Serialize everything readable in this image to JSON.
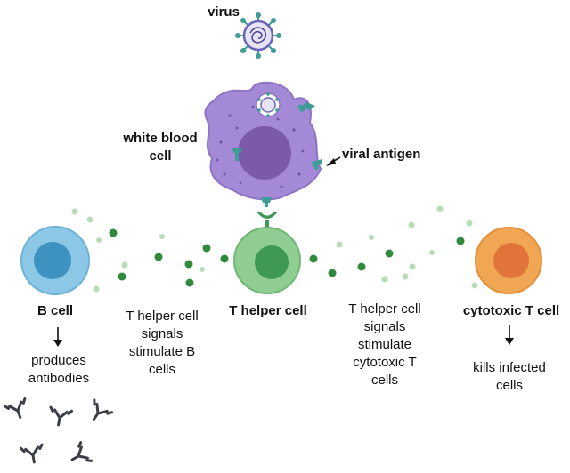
{
  "labels": {
    "virus": "virus",
    "white_blood_cell": "white blood\ncell",
    "viral_antigen": "viral antigen",
    "b_cell": "B cell",
    "t_helper_cell": "T helper cell",
    "cytotoxic_t_cell": "cytotoxic T cell",
    "produces_antibodies": "produces\nantibodies",
    "signals_b": "T helper cell\nsignals\nstimulate B\ncells",
    "signals_cytotoxic": "T helper cell\nsignals\nstimulate\ncytotoxic T\ncells",
    "kills_infected": "kills infected\ncells"
  },
  "colors": {
    "virus_teal": "#3f9c97",
    "virus_purple": "#6a64b8",
    "wbc_body": "#a48ad6",
    "wbc_nucleus": "#7b5aa9",
    "b_cell_outer": "#8cc7e6",
    "b_cell_nucleus": "#3d92c2",
    "t_helper_outer": "#8fcd92",
    "t_helper_nucleus": "#3e9a52",
    "cytotoxic_outer": "#f0a653",
    "cytotoxic_nucleus": "#e0743b",
    "signal_dark": "#2f8a3c",
    "signal_light": "#b9dcb8",
    "antibody": "#3b3f45"
  }
}
